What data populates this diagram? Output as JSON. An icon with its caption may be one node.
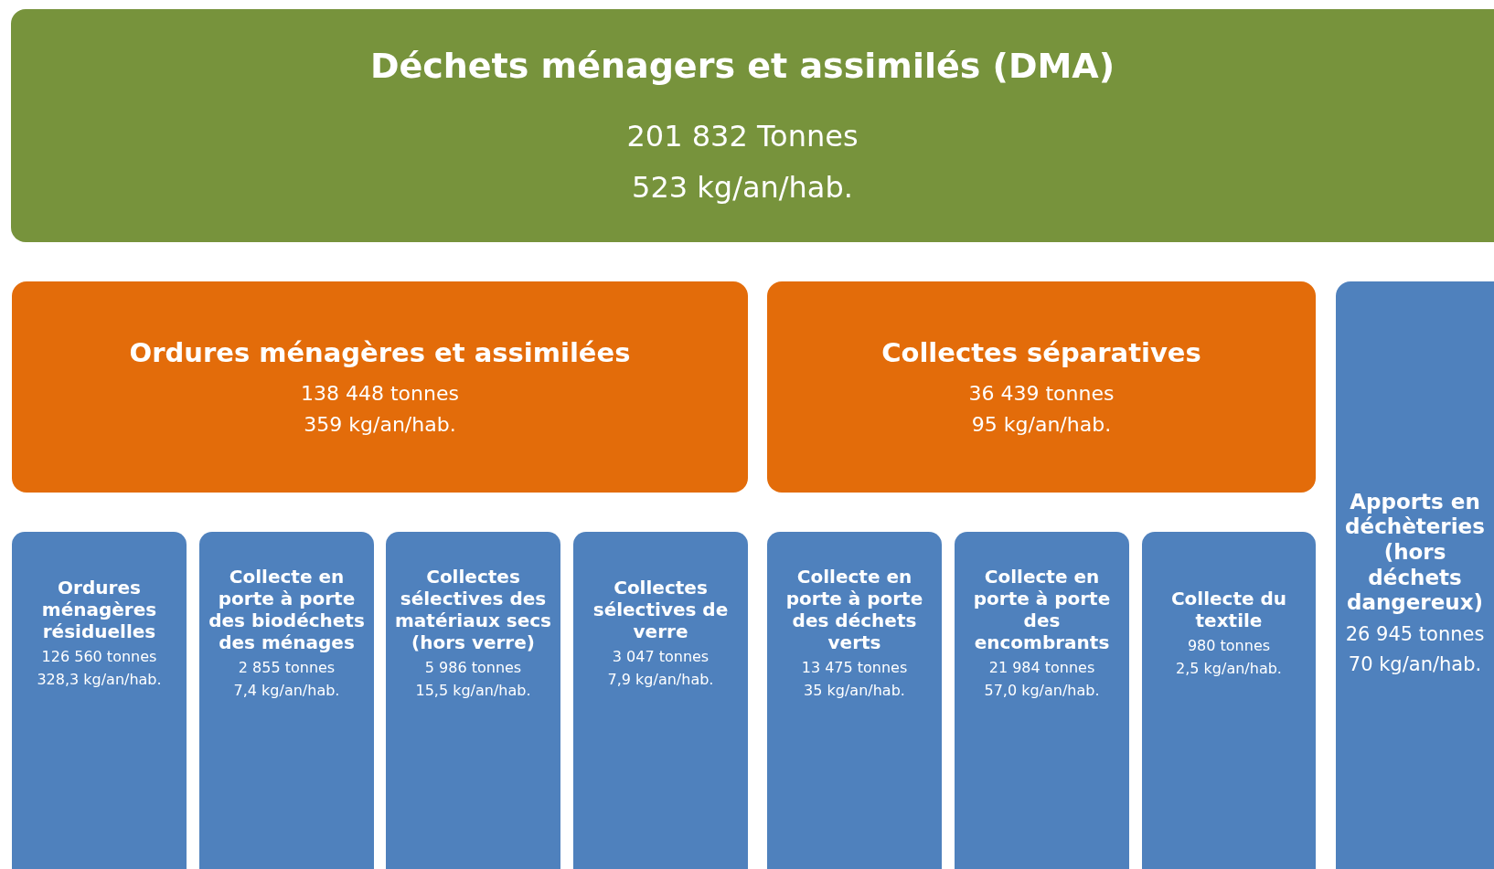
{
  "diagram": {
    "nodes": [
      {
        "text": [
          "Déchets ménagers et assimilés (DMA)",
          "201 832 Tonnes",
          "523 kg/an/hab."
        ]
      },
      {
        "text": [
          "Ordures ménagères et assimilées",
          "138 448 tonnes",
          "359 kg/an/hab."
        ]
      },
      {
        "text": [
          "Collectes séparatives",
          "36 439 tonnes",
          "95 kg/an/hab."
        ]
      },
      {
        "text": [
          "Apports en déchèteries (hors déchets dangereux)",
          "26 945 tonnes",
          "70 kg/an/hab."
        ]
      },
      {
        "text": [
          "Ordures ménagères résiduelles",
          "126 560 tonnes",
          "328,3 kg/an/hab."
        ]
      },
      {
        "text": [
          "Collecte en porte à porte des biodéchets des ménages",
          "2 855 tonnes",
          "7,4 kg/an/hab."
        ]
      },
      {
        "text": [
          "Collectes sélectives des matériaux secs (hors verre)",
          "5 986 tonnes",
          "15,5 kg/an/hab."
        ]
      },
      {
        "text": [
          "Collectes sélectives de verre",
          "3 047 tonnes",
          "7,9 kg/an/hab."
        ]
      },
      {
        "text": [
          "Collecte en porte à porte des déchets verts",
          "13 475 tonnes",
          "35 kg/an/hab."
        ]
      },
      {
        "text": [
          "Collecte en porte à porte des encombrants",
          "21 984 tonnes",
          "57,0 kg/an/hab."
        ]
      },
      {
        "text": [
          "Collecte du textile",
          "980 tonnes",
          "2,5 kg/an/hab."
        ]
      }
    ]
  }
}
